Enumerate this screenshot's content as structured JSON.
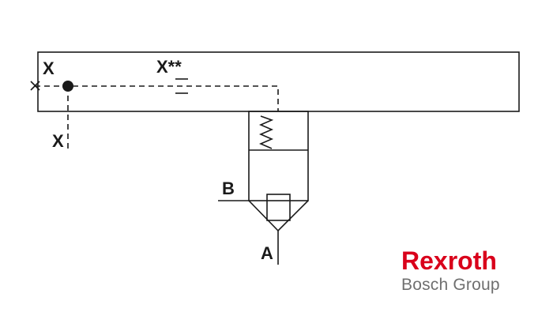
{
  "diagram": {
    "labels": {
      "port_x_top": "X",
      "port_x_bottom": "X",
      "port_x_optional": "X**",
      "port_b": "B",
      "port_a": "A"
    }
  },
  "logo": {
    "brand": "Rexroth",
    "subline": "Bosch Group",
    "brand_color": "#d9001b",
    "subline_color": "#6f6f6f"
  }
}
